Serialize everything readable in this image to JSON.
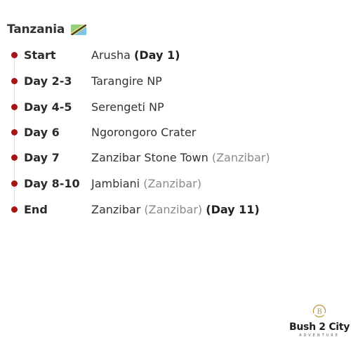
{
  "header": {
    "country": "Tanzania",
    "flag_icon": "tanzania-flag-icon"
  },
  "itinerary": [
    {
      "day": "Start",
      "place": "Arusha",
      "note": "",
      "suffix": "(Day 1)"
    },
    {
      "day": "Day 2-3",
      "place": "Tarangire NP",
      "note": "",
      "suffix": ""
    },
    {
      "day": "Day 4-5",
      "place": "Serengeti NP",
      "note": "",
      "suffix": ""
    },
    {
      "day": "Day 6",
      "place": "Ngorongoro Crater",
      "note": "",
      "suffix": ""
    },
    {
      "day": "Day 7",
      "place": "Zanzibar Stone Town",
      "note": "(Zanzibar)",
      "suffix": ""
    },
    {
      "day": "Day 8-10",
      "place": "Jambiani",
      "note": "(Zanzibar)",
      "suffix": ""
    },
    {
      "day": "End",
      "place": "Zanzibar",
      "note": "(Zanzibar)",
      "suffix": "(Day 11)"
    }
  ],
  "logo": {
    "mark": "B",
    "name": "Bush 2 City",
    "tagline": "ADVENTURE",
    "icon": "bush-2-city-logo-icon"
  },
  "colors": {
    "dot": "#a51717",
    "note": "#8a8a8a",
    "text": "#333333",
    "logo_gold": "#b8953f"
  }
}
